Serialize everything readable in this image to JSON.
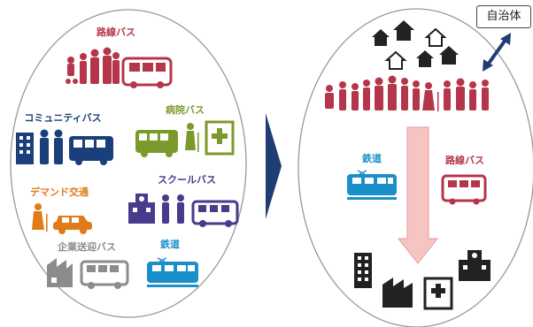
{
  "colors": {
    "rosen": "#b5364b",
    "community": "#1a3f7a",
    "hospital": "#7c9a2b",
    "demand": "#e07b1a",
    "school": "#4a3a8c",
    "corporate": "#8c8c8c",
    "railway": "#1a8fc9",
    "chevron": "#1f3d73",
    "arrow_down": "#f7c4c4",
    "double_arrow": "#1f3d73",
    "buildings": "#222222"
  },
  "left_panel": {
    "rosen_label": "路線バス",
    "community_label": "コミュニティバス",
    "hospital_label": "病院バス",
    "demand_label": "デマンド交通",
    "school_label": "スクールバス",
    "corporate_label": "企業送迎バス",
    "railway_label": "鉄道"
  },
  "right_panel": {
    "railway_label": "鉄道",
    "rosen_label": "路線バス",
    "municipality_label": "自治体"
  }
}
